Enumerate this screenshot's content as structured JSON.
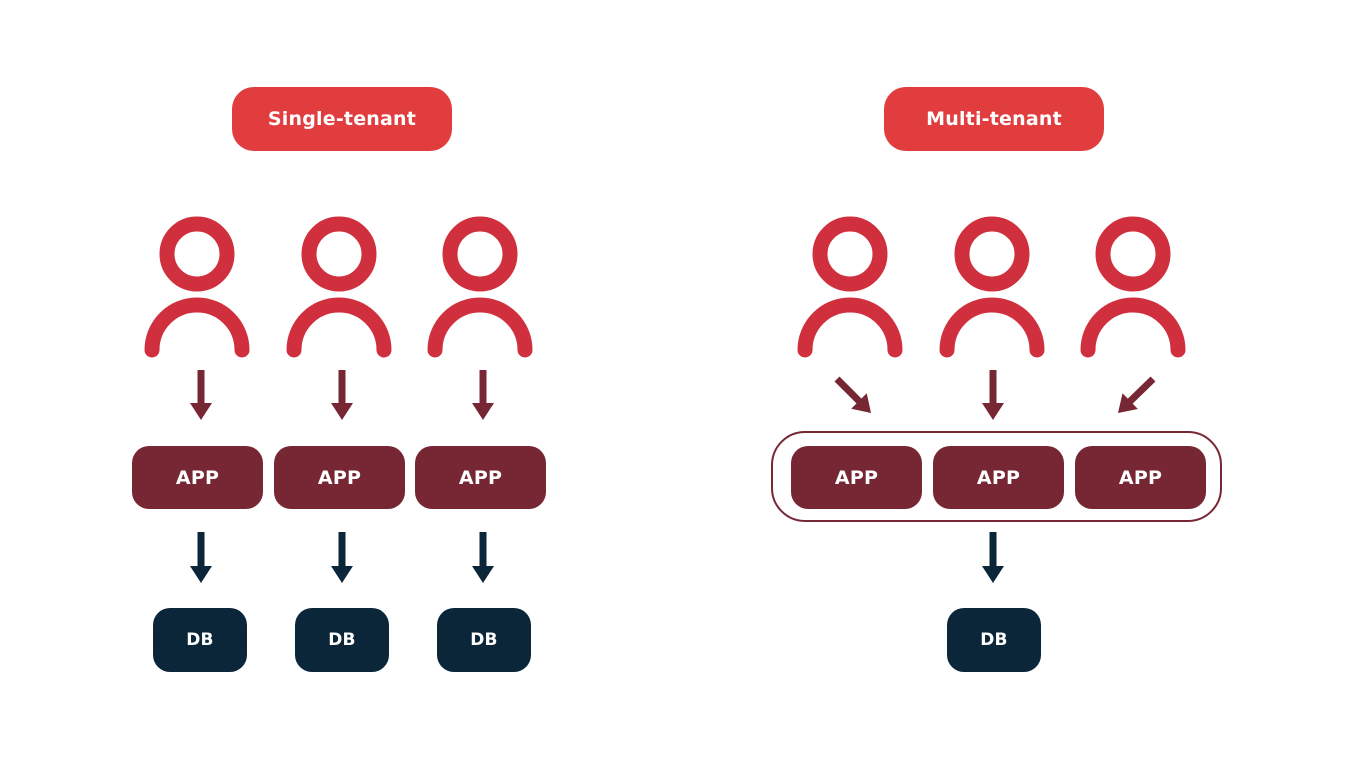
{
  "colors": {
    "title_bg": "#e13d3f",
    "user": "#d0303d",
    "app": "#772734",
    "db": "#0b2639",
    "arrow_app": "#772734",
    "arrow_db": "#0b2639",
    "text": "#ffffff"
  },
  "single": {
    "title": "Single-tenant",
    "apps": [
      "APP",
      "APP",
      "APP"
    ],
    "dbs": [
      "DB",
      "DB",
      "DB"
    ]
  },
  "multi": {
    "title": "Multi-tenant",
    "apps": [
      "APP",
      "APP",
      "APP"
    ],
    "db": "DB"
  },
  "icons": [
    "user-icon",
    "arrow-down-icon",
    "arrow-diagonal-icon"
  ]
}
